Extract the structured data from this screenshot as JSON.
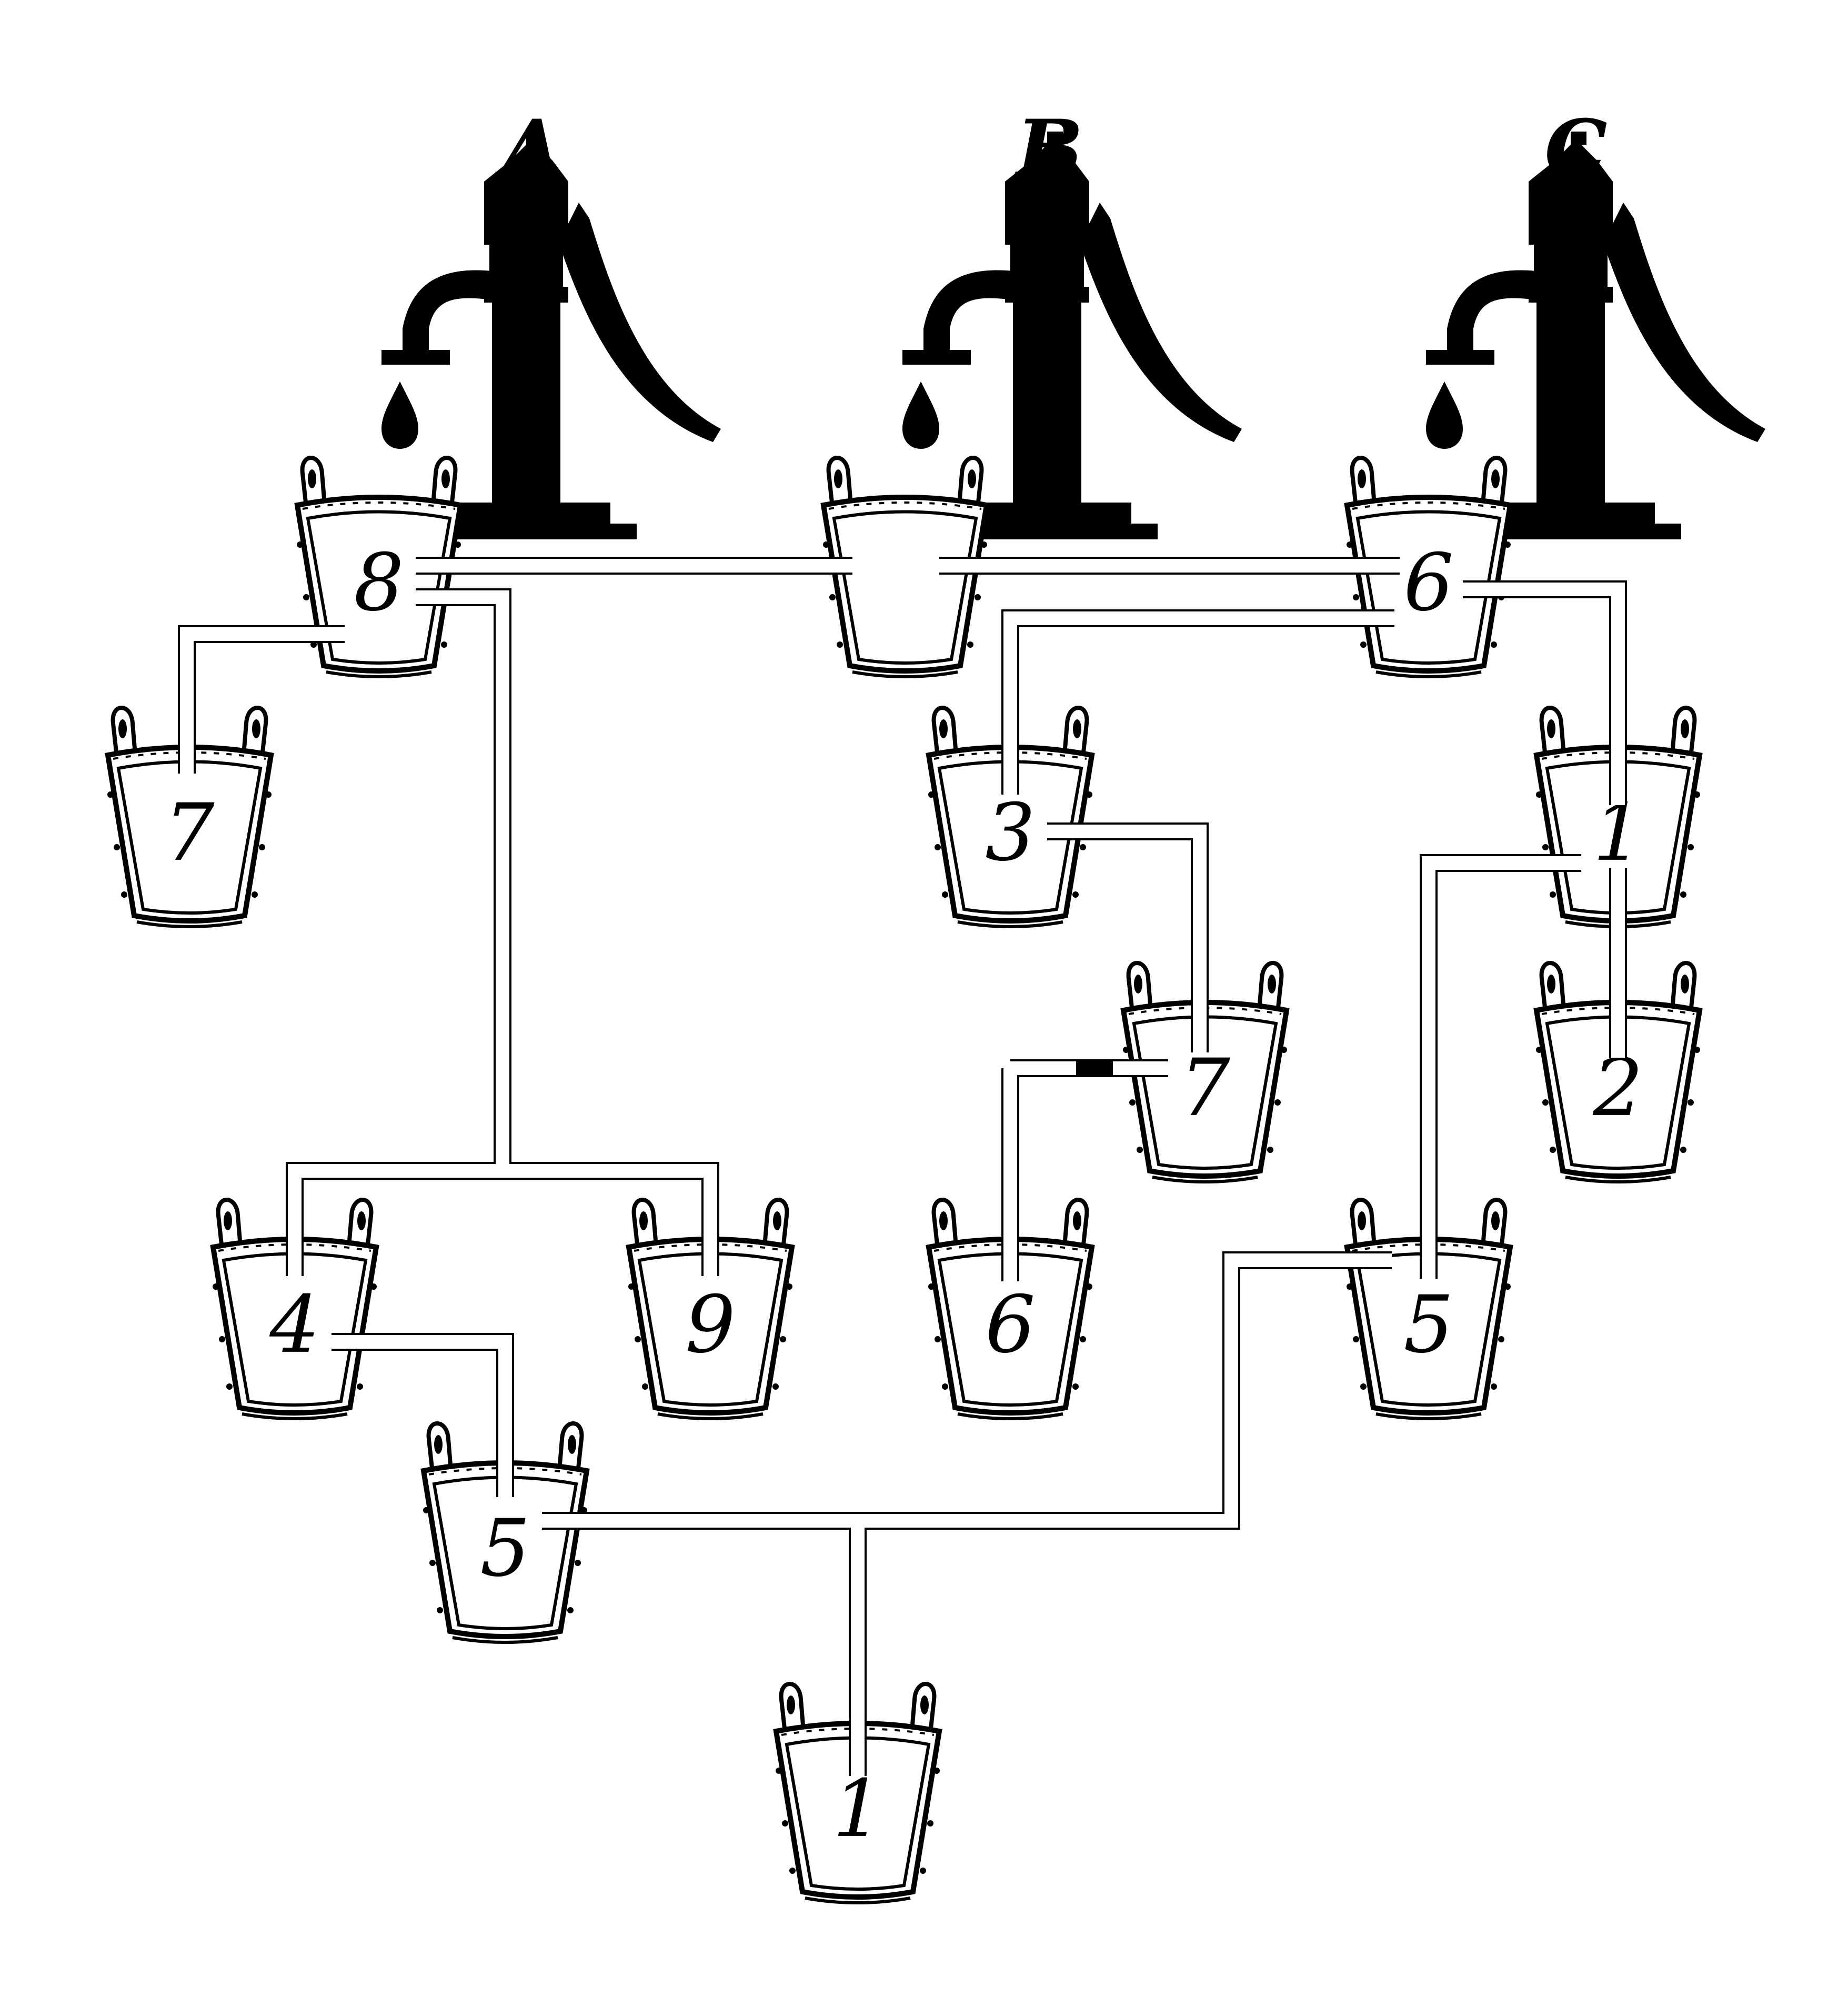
{
  "pumps": [
    {
      "id": "A",
      "label": "A"
    },
    {
      "id": "B",
      "label": "B"
    },
    {
      "id": "C",
      "label": "C"
    }
  ],
  "buckets": [
    {
      "id": "a-top",
      "value": "8"
    },
    {
      "id": "b-top",
      "value": ""
    },
    {
      "id": "c-top",
      "value": "6"
    },
    {
      "id": "left-7",
      "value": "7"
    },
    {
      "id": "mid-3",
      "value": "3"
    },
    {
      "id": "right-1",
      "value": "1"
    },
    {
      "id": "mid-7",
      "value": "7"
    },
    {
      "id": "right-2",
      "value": "2"
    },
    {
      "id": "left-4",
      "value": "4"
    },
    {
      "id": "left-9",
      "value": "9"
    },
    {
      "id": "mid-6",
      "value": "6"
    },
    {
      "id": "right-5",
      "value": "5"
    },
    {
      "id": "low-5",
      "value": "5"
    },
    {
      "id": "bottom-1",
      "value": "1"
    }
  ],
  "connections": [
    {
      "from": "A",
      "to": "C"
    },
    {
      "from": "a-top",
      "to": "left-7"
    },
    {
      "from": "a-top",
      "to": "left-4"
    },
    {
      "from": "a-top",
      "to": "left-9"
    },
    {
      "from": "c-top",
      "to": "mid-3"
    },
    {
      "from": "c-top",
      "to": "right-1"
    },
    {
      "from": "mid-3",
      "to": "mid-7"
    },
    {
      "from": "mid-7",
      "to": "mid-6",
      "blocked": true
    },
    {
      "from": "right-1",
      "to": "right-2"
    },
    {
      "from": "right-1",
      "to": "right-5"
    },
    {
      "from": "left-4",
      "to": "low-5"
    },
    {
      "from": "low-5",
      "to": "bottom-1"
    },
    {
      "from": "right-5",
      "to": "bottom-1"
    }
  ],
  "colors": {
    "ink": "#000000",
    "paper": "#ffffff"
  }
}
